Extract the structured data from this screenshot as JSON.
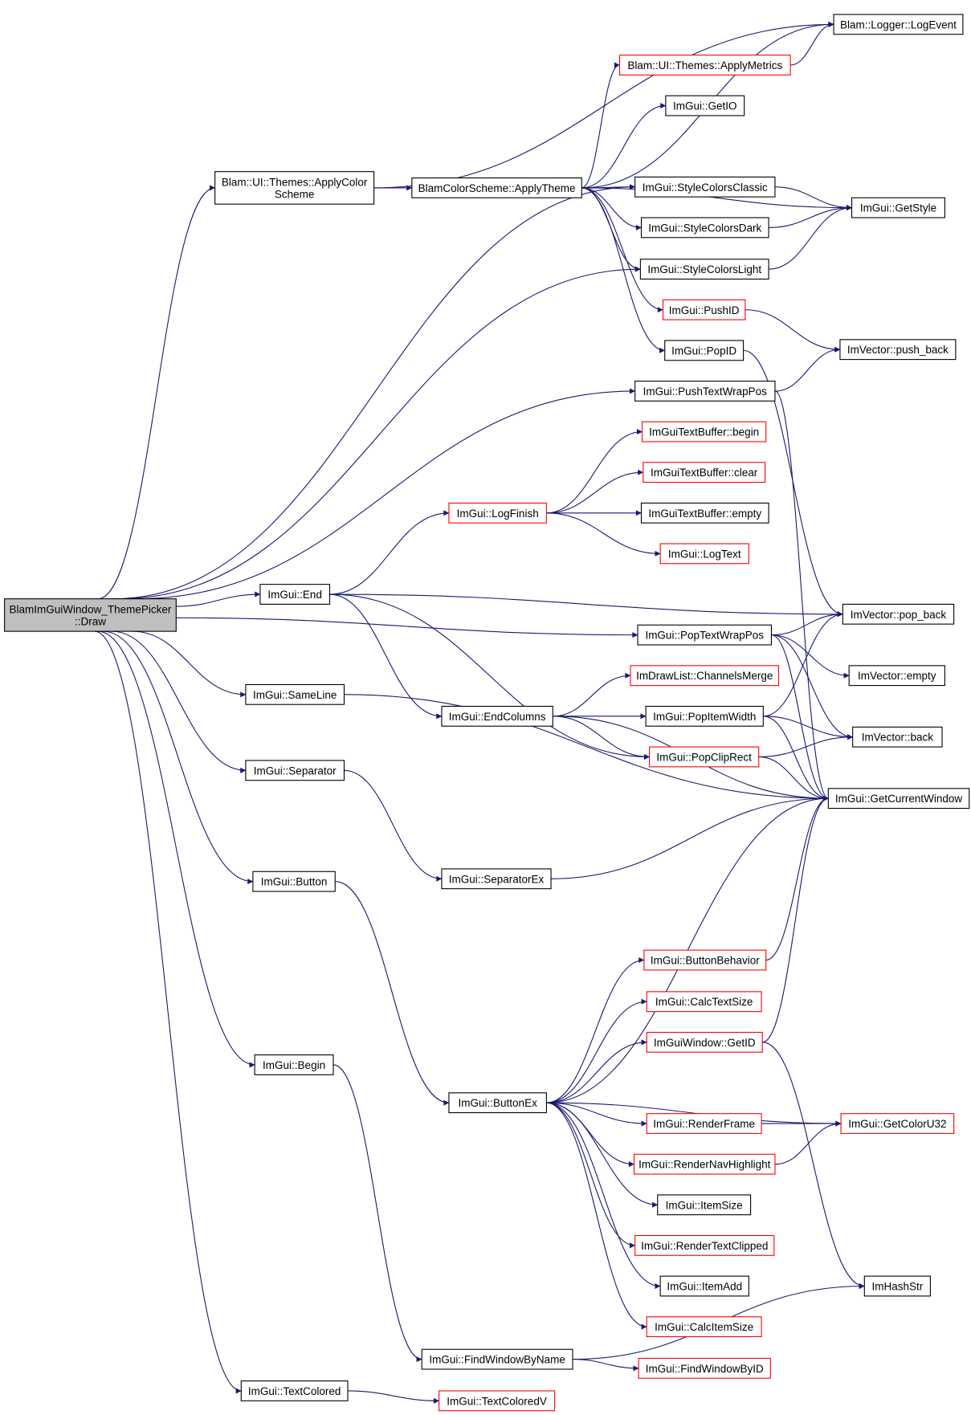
{
  "graph": {
    "root": "draw",
    "colors": {
      "edge": "#191970",
      "root_fill": "#bfbfbf",
      "border_default": "#000000",
      "border_truncated": "#ff0000"
    },
    "nodes": [
      {
        "id": "draw",
        "lines": [
          "BlamImGuiWindow_ThemePicker",
          "::Draw"
        ],
        "border": "black",
        "root": true
      },
      {
        "id": "applyColorScheme",
        "lines": [
          "Blam::UI::Themes::ApplyColor",
          "Scheme"
        ],
        "border": "black"
      },
      {
        "id": "blamApplyTheme",
        "lines": [
          "BlamColorScheme::ApplyTheme"
        ],
        "border": "black"
      },
      {
        "id": "logEvent",
        "lines": [
          "Blam::Logger::LogEvent"
        ],
        "border": "black"
      },
      {
        "id": "applyMetrics",
        "lines": [
          "Blam::UI::Themes::ApplyMetrics"
        ],
        "border": "red"
      },
      {
        "id": "getIO",
        "lines": [
          "ImGui::GetIO"
        ],
        "border": "black"
      },
      {
        "id": "colorsClassic",
        "lines": [
          "ImGui::StyleColorsClassic"
        ],
        "border": "black"
      },
      {
        "id": "getStyle",
        "lines": [
          "ImGui::GetStyle"
        ],
        "border": "black"
      },
      {
        "id": "colorsDark",
        "lines": [
          "ImGui::StyleColorsDark"
        ],
        "border": "black"
      },
      {
        "id": "colorsLight",
        "lines": [
          "ImGui::StyleColorsLight"
        ],
        "border": "black"
      },
      {
        "id": "pushID",
        "lines": [
          "ImGui::PushID"
        ],
        "border": "red"
      },
      {
        "id": "popID",
        "lines": [
          "ImGui::PopID"
        ],
        "border": "black"
      },
      {
        "id": "pushBack",
        "lines": [
          "ImVector::push_back"
        ],
        "border": "black"
      },
      {
        "id": "pushTextWrapPos",
        "lines": [
          "ImGui::PushTextWrapPos"
        ],
        "border": "black"
      },
      {
        "id": "tbBegin",
        "lines": [
          "ImGuiTextBuffer::begin"
        ],
        "border": "red"
      },
      {
        "id": "tbClear",
        "lines": [
          "ImGuiTextBuffer::clear"
        ],
        "border": "red"
      },
      {
        "id": "logFinish",
        "lines": [
          "ImGui::LogFinish"
        ],
        "border": "red"
      },
      {
        "id": "tbEmpty",
        "lines": [
          "ImGuiTextBuffer::empty"
        ],
        "border": "black"
      },
      {
        "id": "logText",
        "lines": [
          "ImGui::LogText"
        ],
        "border": "red"
      },
      {
        "id": "end",
        "lines": [
          "ImGui::End"
        ],
        "border": "black"
      },
      {
        "id": "popBack",
        "lines": [
          "ImVector::pop_back"
        ],
        "border": "black"
      },
      {
        "id": "popTextWrapPos",
        "lines": [
          "ImGui::PopTextWrapPos"
        ],
        "border": "black"
      },
      {
        "id": "channelsMerge",
        "lines": [
          "ImDrawList::ChannelsMerge"
        ],
        "border": "red"
      },
      {
        "id": "vecEmpty",
        "lines": [
          "ImVector::empty"
        ],
        "border": "black"
      },
      {
        "id": "sameLine",
        "lines": [
          "ImGui::SameLine"
        ],
        "border": "black"
      },
      {
        "id": "endColumns",
        "lines": [
          "ImGui::EndColumns"
        ],
        "border": "black"
      },
      {
        "id": "popItemWidth",
        "lines": [
          "ImGui::PopItemWidth"
        ],
        "border": "black"
      },
      {
        "id": "vecBack",
        "lines": [
          "ImVector::back"
        ],
        "border": "black"
      },
      {
        "id": "popClipRect",
        "lines": [
          "ImGui::PopClipRect"
        ],
        "border": "red"
      },
      {
        "id": "separator",
        "lines": [
          "ImGui::Separator"
        ],
        "border": "black"
      },
      {
        "id": "getCurrentWindow",
        "lines": [
          "ImGui::GetCurrentWindow"
        ],
        "border": "black"
      },
      {
        "id": "button",
        "lines": [
          "ImGui::Button"
        ],
        "border": "black"
      },
      {
        "id": "separatorEx",
        "lines": [
          "ImGui::SeparatorEx"
        ],
        "border": "black"
      },
      {
        "id": "buttonBehavior",
        "lines": [
          "ImGui::ButtonBehavior"
        ],
        "border": "red"
      },
      {
        "id": "calcTextSize",
        "lines": [
          "ImGui::CalcTextSize"
        ],
        "border": "red"
      },
      {
        "id": "getID",
        "lines": [
          "ImGuiWindow::GetID"
        ],
        "border": "red"
      },
      {
        "id": "begin",
        "lines": [
          "ImGui::Begin"
        ],
        "border": "black"
      },
      {
        "id": "buttonEx",
        "lines": [
          "ImGui::ButtonEx"
        ],
        "border": "black"
      },
      {
        "id": "renderFrame",
        "lines": [
          "ImGui::RenderFrame"
        ],
        "border": "red"
      },
      {
        "id": "getColorU32",
        "lines": [
          "ImGui::GetColorU32"
        ],
        "border": "red"
      },
      {
        "id": "renderNavHighlight",
        "lines": [
          "ImGui::RenderNavHighlight"
        ],
        "border": "red"
      },
      {
        "id": "itemSize",
        "lines": [
          "ImGui::ItemSize"
        ],
        "border": "black"
      },
      {
        "id": "renderTextClipped",
        "lines": [
          "ImGui::RenderTextClipped"
        ],
        "border": "red"
      },
      {
        "id": "itemAdd",
        "lines": [
          "ImGui::ItemAdd"
        ],
        "border": "black"
      },
      {
        "id": "imHashStr",
        "lines": [
          "ImHashStr"
        ],
        "border": "black"
      },
      {
        "id": "calcItemSize",
        "lines": [
          "ImGui::CalcItemSize"
        ],
        "border": "red"
      },
      {
        "id": "findWindowByName",
        "lines": [
          "ImGui::FindWindowByName"
        ],
        "border": "black"
      },
      {
        "id": "findWindowByID",
        "lines": [
          "ImGui::FindWindowByID"
        ],
        "border": "red"
      },
      {
        "id": "textColored",
        "lines": [
          "ImGui::TextColored"
        ],
        "border": "black"
      },
      {
        "id": "textColoredV",
        "lines": [
          "ImGui::TextColoredV"
        ],
        "border": "red"
      }
    ],
    "edges": [
      [
        "draw",
        "applyColorScheme"
      ],
      [
        "draw",
        "colorsClassic"
      ],
      [
        "draw",
        "colorsLight"
      ],
      [
        "draw",
        "pushTextWrapPos"
      ],
      [
        "draw",
        "end"
      ],
      [
        "draw",
        "popTextWrapPos"
      ],
      [
        "draw",
        "sameLine"
      ],
      [
        "draw",
        "separator"
      ],
      [
        "draw",
        "button"
      ],
      [
        "draw",
        "begin"
      ],
      [
        "draw",
        "textColored"
      ],
      [
        "applyColorScheme",
        "logEvent"
      ],
      [
        "applyColorScheme",
        "blamApplyTheme"
      ],
      [
        "blamApplyTheme",
        "logEvent"
      ],
      [
        "blamApplyTheme",
        "applyMetrics"
      ],
      [
        "blamApplyTheme",
        "getIO"
      ],
      [
        "blamApplyTheme",
        "colorsClassic"
      ],
      [
        "blamApplyTheme",
        "getStyle"
      ],
      [
        "blamApplyTheme",
        "colorsDark"
      ],
      [
        "blamApplyTheme",
        "colorsLight"
      ],
      [
        "blamApplyTheme",
        "pushID"
      ],
      [
        "blamApplyTheme",
        "popID"
      ],
      [
        "applyMetrics",
        "logEvent"
      ],
      [
        "colorsClassic",
        "getStyle"
      ],
      [
        "colorsDark",
        "getStyle"
      ],
      [
        "colorsLight",
        "getStyle"
      ],
      [
        "pushID",
        "pushBack"
      ],
      [
        "popID",
        "popBack"
      ],
      [
        "pushTextWrapPos",
        "pushBack"
      ],
      [
        "pushTextWrapPos",
        "getCurrentWindow"
      ],
      [
        "logFinish",
        "tbBegin"
      ],
      [
        "logFinish",
        "tbClear"
      ],
      [
        "logFinish",
        "tbEmpty"
      ],
      [
        "logFinish",
        "logText"
      ],
      [
        "end",
        "logFinish"
      ],
      [
        "end",
        "popBack"
      ],
      [
        "end",
        "endColumns"
      ],
      [
        "end",
        "popClipRect"
      ],
      [
        "popTextWrapPos",
        "popBack"
      ],
      [
        "popTextWrapPos",
        "vecEmpty"
      ],
      [
        "popTextWrapPos",
        "vecBack"
      ],
      [
        "popTextWrapPos",
        "getCurrentWindow"
      ],
      [
        "endColumns",
        "channelsMerge"
      ],
      [
        "endColumns",
        "popItemWidth"
      ],
      [
        "endColumns",
        "popClipRect"
      ],
      [
        "endColumns",
        "getCurrentWindow"
      ],
      [
        "popItemWidth",
        "popBack"
      ],
      [
        "popItemWidth",
        "vecBack"
      ],
      [
        "popItemWidth",
        "getCurrentWindow"
      ],
      [
        "popClipRect",
        "vecBack"
      ],
      [
        "popClipRect",
        "getCurrentWindow"
      ],
      [
        "sameLine",
        "getCurrentWindow"
      ],
      [
        "separator",
        "separatorEx"
      ],
      [
        "separatorEx",
        "getCurrentWindow"
      ],
      [
        "button",
        "buttonEx"
      ],
      [
        "buttonEx",
        "getCurrentWindow"
      ],
      [
        "buttonEx",
        "buttonBehavior"
      ],
      [
        "buttonEx",
        "calcTextSize"
      ],
      [
        "buttonEx",
        "getID"
      ],
      [
        "buttonEx",
        "getColorU32"
      ],
      [
        "buttonEx",
        "renderFrame"
      ],
      [
        "buttonEx",
        "renderNavHighlight"
      ],
      [
        "buttonEx",
        "itemSize"
      ],
      [
        "buttonEx",
        "renderTextClipped"
      ],
      [
        "buttonEx",
        "itemAdd"
      ],
      [
        "buttonEx",
        "calcItemSize"
      ],
      [
        "buttonBehavior",
        "getCurrentWindow"
      ],
      [
        "getID",
        "getCurrentWindow"
      ],
      [
        "getID",
        "imHashStr"
      ],
      [
        "renderFrame",
        "getColorU32"
      ],
      [
        "renderNavHighlight",
        "getColorU32"
      ],
      [
        "begin",
        "findWindowByName"
      ],
      [
        "findWindowByName",
        "findWindowByID"
      ],
      [
        "findWindowByName",
        "imHashStr"
      ],
      [
        "textColored",
        "textColoredV"
      ]
    ]
  }
}
